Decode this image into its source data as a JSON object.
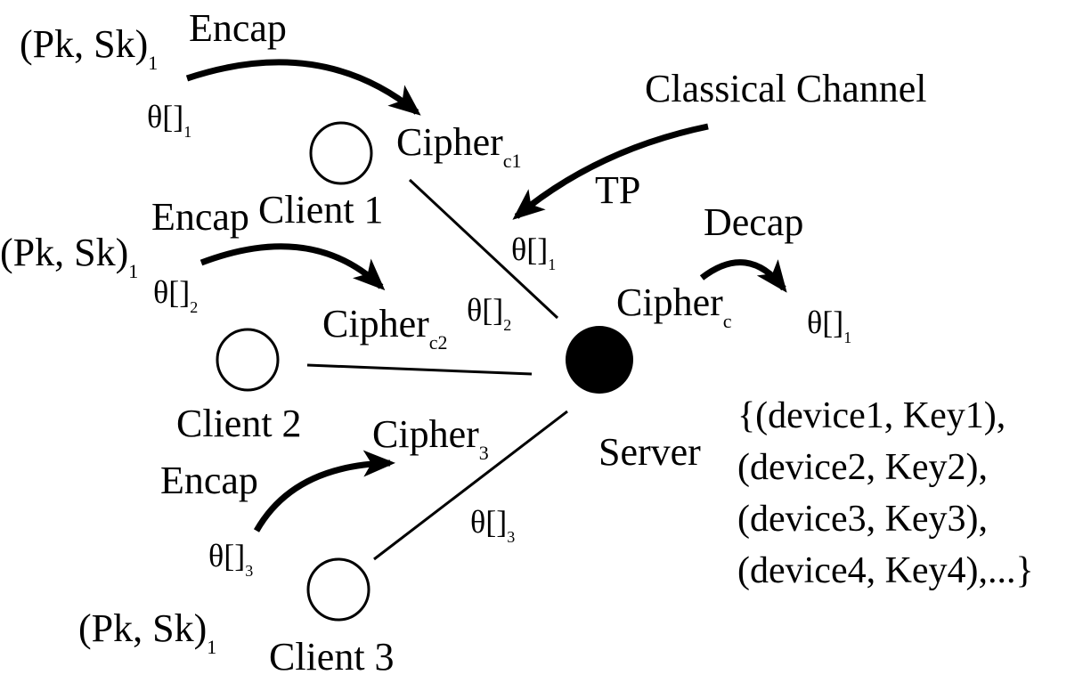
{
  "labels": {
    "encap": "Encap",
    "decap": "Decap",
    "classical_channel": "Classical Channel",
    "tp": "TP",
    "server": "Server",
    "keypair": "(Pk, Sk)",
    "theta": "θ[]",
    "cipher": "Cipher"
  },
  "clients": [
    {
      "label": "Client 1",
      "keypair_sub": "1",
      "theta_sub": "1",
      "cipher_sub": "c1",
      "link_theta_sub": "1"
    },
    {
      "label": "Client 2",
      "keypair_sub": "1",
      "theta_sub": "2",
      "cipher_sub": "c2",
      "link_theta_sub": "2"
    },
    {
      "label": "Client 3",
      "keypair_sub": "1",
      "theta_sub": "3",
      "cipher_sub": "3",
      "link_theta_sub": "3"
    }
  ],
  "server_side": {
    "cipher_sub": "c",
    "decap_theta_sub": "1"
  },
  "key_table": [
    "{(device1, Key1),",
    "(device2, Key2),",
    "(device3, Key3),",
    "(device4, Key4),...}"
  ]
}
